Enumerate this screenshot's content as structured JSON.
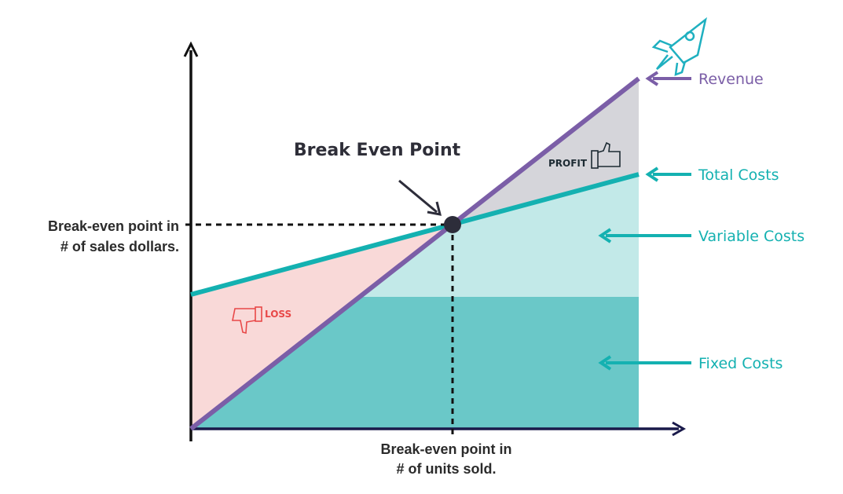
{
  "title": "Break Even Point",
  "y_axis_label": [
    "Break-even point in",
    "# of sales dollars."
  ],
  "x_axis_label": [
    "Break-even point in",
    "# of units sold."
  ],
  "profit_label": "PROFIT",
  "loss_label": "LOSS",
  "legend": [
    {
      "key": "revenue",
      "label": "Revenue",
      "color": "#7b5ea7"
    },
    {
      "key": "total",
      "label": "Total Costs",
      "color": "#14b1b1"
    },
    {
      "key": "variable",
      "label": "Variable Costs",
      "color": "#14b1b1"
    },
    {
      "key": "fixed",
      "label": "Fixed Costs",
      "color": "#14b1b1"
    }
  ],
  "colors": {
    "revenue": "#7b5ea7",
    "total_costs": "#14b1b1",
    "fixed_fill": "#6ac8c8",
    "variable_fill": "#c2e9e8",
    "loss_fill": "#f9d9d8",
    "profit_fill": "#d5d5da",
    "loss_text": "#e84848",
    "axis": "#111111",
    "x_axis": "#1a1a4a",
    "point": "#2d2d3a"
  },
  "icons": [
    "rocket-icon",
    "thumbs-up-icon",
    "thumbs-down-icon"
  ]
}
